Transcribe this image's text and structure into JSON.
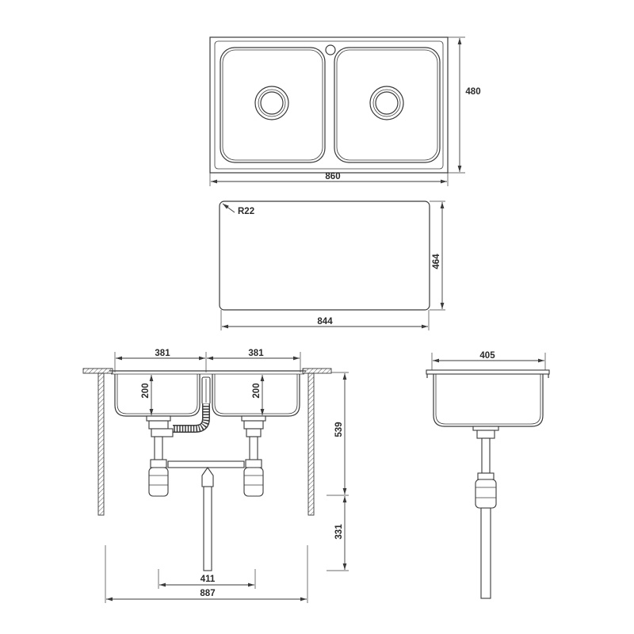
{
  "top_view": {
    "height_label": "480",
    "width_label": "860"
  },
  "cutout_view": {
    "radius_label": "R22",
    "height_label": "464",
    "width_label": "844"
  },
  "front_view": {
    "left_bowl_width_label": "381",
    "right_bowl_width_label": "381",
    "left_bowl_depth_label": "200",
    "right_bowl_depth_label": "200",
    "upper_height_label": "539",
    "lower_height_label": "331",
    "drain_spacing_label": "411",
    "overall_width_label": "887"
  },
  "side_view": {
    "bowl_width_label": "405"
  },
  "colors": {
    "line": "#3a3a3a",
    "background": "#ffffff"
  }
}
